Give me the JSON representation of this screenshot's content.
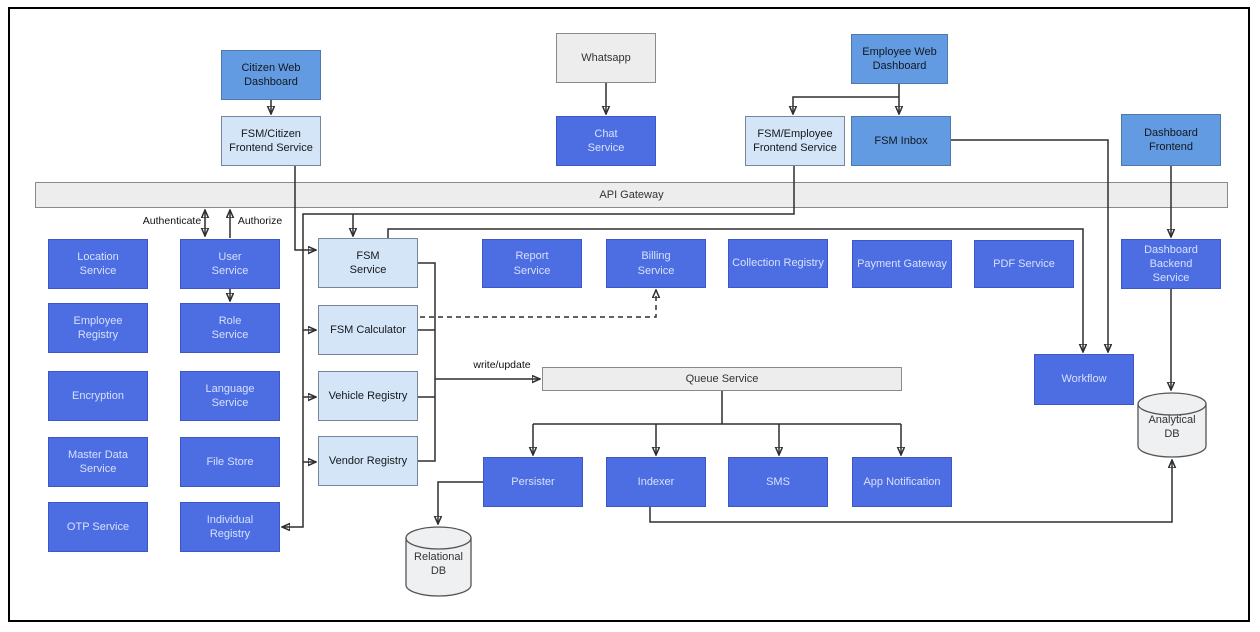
{
  "diagram": {
    "nodes": {
      "citizen_web_dashboard": {
        "label": "Citizen Web\nDashboard"
      },
      "fsm_citizen_frontend": {
        "label": "FSM/Citizen\nFrontend Service"
      },
      "whatsapp": {
        "label": "Whatsapp"
      },
      "chat_service": {
        "label": "Chat\nService"
      },
      "employee_web_dashboard": {
        "label": "Employee Web\nDashboard"
      },
      "fsm_employee_frontend": {
        "label": "FSM/Employee\nFrontend Service"
      },
      "fsm_inbox": {
        "label": "FSM Inbox"
      },
      "dashboard_frontend": {
        "label": "Dashboard Frontend"
      },
      "api_gateway": {
        "label": "API Gateway"
      },
      "location_service": {
        "label": "Location\nService"
      },
      "user_service": {
        "label": "User\nService"
      },
      "employee_registry": {
        "label": "Employee\nRegistry"
      },
      "role_service": {
        "label": "Role\nService"
      },
      "encryption": {
        "label": "Encryption"
      },
      "language_service": {
        "label": "Language\nService"
      },
      "master_data_service": {
        "label": "Master Data\nService"
      },
      "file_store": {
        "label": "File Store"
      },
      "otp_service": {
        "label": "OTP Service"
      },
      "individual_registry": {
        "label": "Individual\nRegistry"
      },
      "fsm_service": {
        "label": "FSM\nService"
      },
      "fsm_calculator": {
        "label": "FSM Calculator"
      },
      "vehicle_registry": {
        "label": "Vehicle Registry"
      },
      "vendor_registry": {
        "label": "Vendor Registry"
      },
      "report_service": {
        "label": "Report\nService"
      },
      "billing_service": {
        "label": "Billing\nService"
      },
      "collection_registry": {
        "label": "Collection Registry"
      },
      "payment_gateway": {
        "label": "Payment Gateway"
      },
      "pdf_service": {
        "label": "PDF Service"
      },
      "dashboard_backend_service": {
        "label": "Dashboard Backend\nService"
      },
      "workflow": {
        "label": "Workflow"
      },
      "queue_service": {
        "label": "Queue Service"
      },
      "persister": {
        "label": "Persister"
      },
      "indexer": {
        "label": "Indexer"
      },
      "sms": {
        "label": "SMS"
      },
      "app_notification": {
        "label": "App Notification"
      },
      "relational_db": {
        "label": "Relational\nDB"
      },
      "analytical_db": {
        "label": "Analytical\nDB"
      }
    },
    "edge_labels": {
      "authenticate": "Authenticate",
      "authorize": "Authorize",
      "write_update": "write/update"
    },
    "colors": {
      "service_box_fill": "#4d6ee3",
      "service_box_text": "#d6e1fb",
      "client_box_fill": "#639be2",
      "frontend_box_fill": "#d4e5f8",
      "infra_bar_fill": "#ededed",
      "cylinder_fill": "#eef0f1",
      "connector": "#2e2e2e"
    }
  }
}
